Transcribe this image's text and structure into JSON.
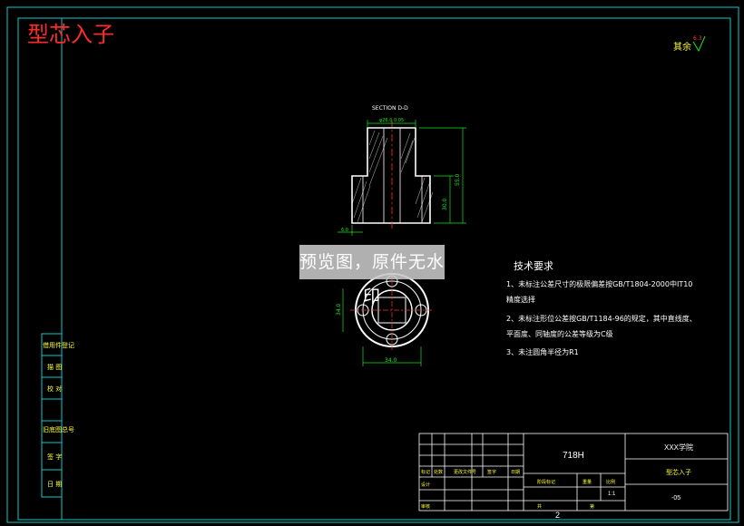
{
  "header": {
    "title": "型芯入子",
    "surface_note": "其余"
  },
  "drawing": {
    "section_label": "SECTION D-D",
    "dim_top_diameter": "φ26.0 0.05",
    "dim_overall_height": "55.0",
    "dim_lower_height": "30.0",
    "dim_flange": "6.0",
    "dim_plan_diameter": "34.0",
    "dim_plan_side": "34.0",
    "watermark": "预览图，原件无水印"
  },
  "tech_notes": {
    "heading": "技术要求",
    "lines": [
      "1、未标注公差尺寸的极限偏差按GB/T1804-2000中IT10",
      "   精度选择",
      "2、未标注形位公差按GB/T1184-96的规定，其中直线度、",
      "   平面度、同轴度的公差等级为C级",
      "3、未注圆角半径为R1"
    ]
  },
  "left_sidebar": {
    "labels": [
      "借用件登记",
      "描 图",
      "校 对",
      "旧底图总号",
      "签 字",
      "日 期"
    ]
  },
  "title_block": {
    "material": "718H",
    "company": "XXX学院",
    "part_name": "型芯入子",
    "drawing_no": "-05",
    "scale": "1:1",
    "sheet_no": "2",
    "row_labels": [
      "标记",
      "处数",
      "更改文件号",
      "签字",
      "日期"
    ],
    "design_label": "设计",
    "approve_label": "审核",
    "stage_label": "阶段标记",
    "weight_label": "重量",
    "scale_label": "比例",
    "sheet_label": "共",
    "of_label": "第"
  },
  "colors": {
    "frame": "#19c6c6",
    "geometry": "#ffffff",
    "dimension": "#19e619",
    "text": "#ffff33",
    "center": "#ff3333",
    "hatch": "#aaaaaa"
  }
}
